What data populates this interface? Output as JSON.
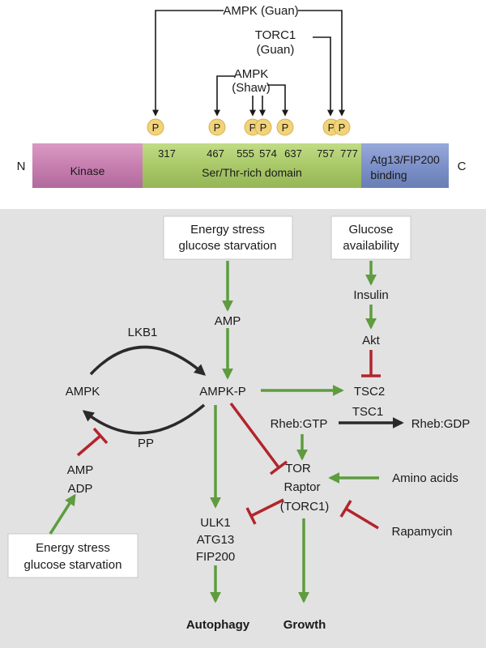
{
  "protein": {
    "n_term": "N",
    "c_term": "C",
    "domains": {
      "kinase": "Kinase",
      "ser_thr": "Ser/Thr-rich domain",
      "atg13_line1": "Atg13/FIP200",
      "atg13_line2": "binding"
    },
    "sites": [
      "317",
      "467",
      "555",
      "574",
      "637",
      "757",
      "777"
    ],
    "phospho": "P",
    "labels": {
      "ampk_guan": "AMPK (Guan)",
      "torc1_line1": "TORC1",
      "torc1_line2": "(Guan)",
      "ampk_shaw_line1": "AMPK",
      "ampk_shaw_line2": "(Shaw)"
    }
  },
  "pathway": {
    "energy_top_line1": "Energy stress",
    "energy_top_line2": "glucose starvation",
    "glucose_line1": "Glucose",
    "glucose_line2": "availability",
    "insulin": "Insulin",
    "akt": "Akt",
    "amp": "AMP",
    "lkb1": "LKB1",
    "ampk": "AMPK",
    "ampk_p": "AMPK-P",
    "pp": "PP",
    "tsc2": "TSC2",
    "tsc1": "TSC1",
    "rheb_gtp": "Rheb:GTP",
    "rheb_gdp": "Rheb:GDP",
    "tor": "TOR",
    "raptor": "Raptor",
    "torc1": "(TORC1)",
    "amino_acids": "Amino acids",
    "rapamycin": "Rapamycin",
    "amp_left": "AMP",
    "adp_left": "ADP",
    "energy_bottom_line1": "Energy stress",
    "energy_bottom_line2": "glucose starvation",
    "ulk1": "ULK1",
    "atg13": "ATG13",
    "fip200": "FIP200",
    "autophagy": "Autophagy",
    "growth": "Growth"
  },
  "colors": {
    "activation": "#5e9c3f",
    "inhibition": "#b3242c",
    "black_arrow": "#2a2a2a",
    "kinase_domain": "#c77fb0",
    "ser_thr_domain": "#a9c969",
    "binding_domain": "#7d91c9",
    "phospho_circle": "#f2d37a",
    "panel_bg": "#e2e2e2"
  }
}
